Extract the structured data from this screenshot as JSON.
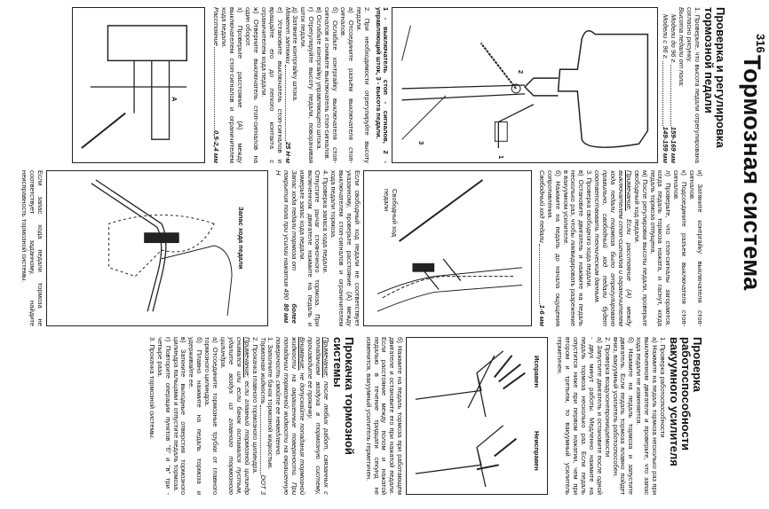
{
  "page_number": "316",
  "title": "Тормозная система",
  "col1": {
    "heading": "Проверка и регулировка тормозной педали",
    "p1": "1. Проверьте, что высота педали отрегулирована согласно рисунку.",
    "spec_label": "Высота педали от пола:",
    "specs": [
      {
        "label": "Модели до 96 г.",
        "value": "159-169 мм"
      },
      {
        "label": "Модели с 96 г.",
        "value": "149-159 мм"
      }
    ],
    "fig1_labels": [
      "1",
      "2",
      "3"
    ],
    "caption": "1 - выключатель стоп - сигналов, 2 - управляющий шток, 3 - высота педали.",
    "paras": [
      "2. При необходимости отрегулируйте высоту педали.",
      "а) Отсоедините разъём выключателя стоп-сигналов.",
      "б) Ослабьте контргайку выключателя стоп-сигналов и снимите выключатель стоп-сигналов.",
      "в) Ослабьте контргайку управляющего штока.",
      "г) Отрегулируйте высоту педали, поворачивая шток педали.",
      "д) Затяните контргайку штока."
    ],
    "torque_label": "Момент затяжки",
    "torque_value": "25 Н·м",
    "paras2": [
      "е) Установите выключатель стоп-сигналов и вращайте его до легкого контакта с ограничителем хода педали.",
      "ж) Отверните выключатель стоп-сигналов на один оборот.",
      "з) Проверьте расстояние (А) между выключателем стоп-сигналов и ограничителем хода педали."
    ],
    "dist_label": "Расстояние",
    "dist_value": "0,5-2,4 мм",
    "fig4_label": "A"
  },
  "col2": {
    "paras": [
      "и) Затяните контргайку выключателя стоп-сигналов.",
      "к) Подсоедините разъем выключателя стоп-сигналов.",
      "л) Проверьте, что стоп-сигналы загораются, когда педаль тормоза нажата, и гаснут, когда педаль тормоза отпущена.",
      "м) После регулировки высоты педали, проверьте свободный ход педали."
    ],
    "note_label": "Примечание:",
    "note": "Если расстояние (А) между выключателем стоп-сигналов и ограничителем хода педали тормоза было отрегулировано правильно, свободный ход педали будет соответствовать техническим данным.",
    "paras2": [
      "3. Проверка свободного хода педали.",
      "в) Остановите двигатель и нажмите на педаль несколько раз, чтобы ликвидировать разрежение в вакуумном усилителе.",
      "б) Нажмите на педаль до начала ощущения сопротивления."
    ],
    "free_label": "Свободный ход педали",
    "free_value": "1-6 мм",
    "fig2_label": "Свободный ход педали",
    "paras3": [
      "Если свободный ход педали не соответствует указанному, проверьте расстояние (А) между выключателем стоп-сигналов и ограничителем хода педали тормоза.",
      "4. Проверка запаса хода педали.",
      "Отпустите рычаг стояночного тормоза. При включенном двигателе нажмите на педаль и измерьте запас хода педали."
    ],
    "reserve_label": "Запас хода педали тормоза от покрытия пола при усилии нажатия 490 Н",
    "reserve_value": "более 80 мм",
    "fig3_label": "Запас хода педали",
    "final": "Если запас хода педали тормоза не соответствует заданному, найдите неисправность тормозной системы."
  },
  "col3": {
    "heading": "Проверка работоспособности вакуумного усилителя",
    "paras": [
      "1. Проверка работоспособности",
      "а) Нажмите на педаль тормоза несколько раз при выключенном двигателе и проверьте, что запас хода педали не изменяется.",
      "б) Нажмите на педаль тормоза и запустите двигатель. Если педаль тормоза плавно пойдет вниз, вакуумный усилитель работоспособен.",
      "2. Проверка воздухонепроницаемости",
      "а) Запустите двигатель и остановите после одной - двух минут работы. Медленно нажмите на педаль тормоза несколько раз. Если педаль опустится ниже при первом нажатии, чем при втором и третьем, то вакуумный усилитель герметичен."
    ],
    "fig_ok": "Исправен",
    "fig_bad": "Неисправен",
    "para_b": "б) Нажмите на педаль тормоза при работающем двигателе и остановите его при нажатой педали. Если расстояние между полом и нажатой педалью в течение тридцати секунд не изменится, вакуумный усилитель герметичен.",
    "heading2": "Прокачка тормозной системы",
    "note1_label": "Примечание:",
    "note1": "после любых работ, связанных с попаданием воздуха в тормозную систему, производите ее прокачку.",
    "warn_label": "Внимание:",
    "warn": "не допускайте попадания тормозной жидкости на окрашенные поверхности. При попадании тормозной жидкости на окрашенную поверхность смойте ее немедленно.",
    "p1": "1. Заполните бачок тормозной жидкостью.",
    "fluid_label": "Тормозная жидкость",
    "fluid_value": "DOT 3",
    "p2": "2. Прокачка главного тормозного цилиндра.",
    "note2_label": "Примечание:",
    "note2": "если главный тормозной цилиндр снимался или если бачок оставался пустым, удалите воздух из главного тормозного цилиндра.",
    "paras2": [
      "а) Отсоедините тормозные трубки от главного тормозного цилиндра.",
      "б) Плавно нажмите на педаль тормоза и удерживайте ее.",
      "в) Заткните выходные отверстия тормозного цилиндра пальцами и отпустите педаль тормоза.",
      "г) Повторите операции пунктов \"б\" и \"в\" три - четыре раза.",
      "3. Прокачка тормозной системы."
    ]
  }
}
